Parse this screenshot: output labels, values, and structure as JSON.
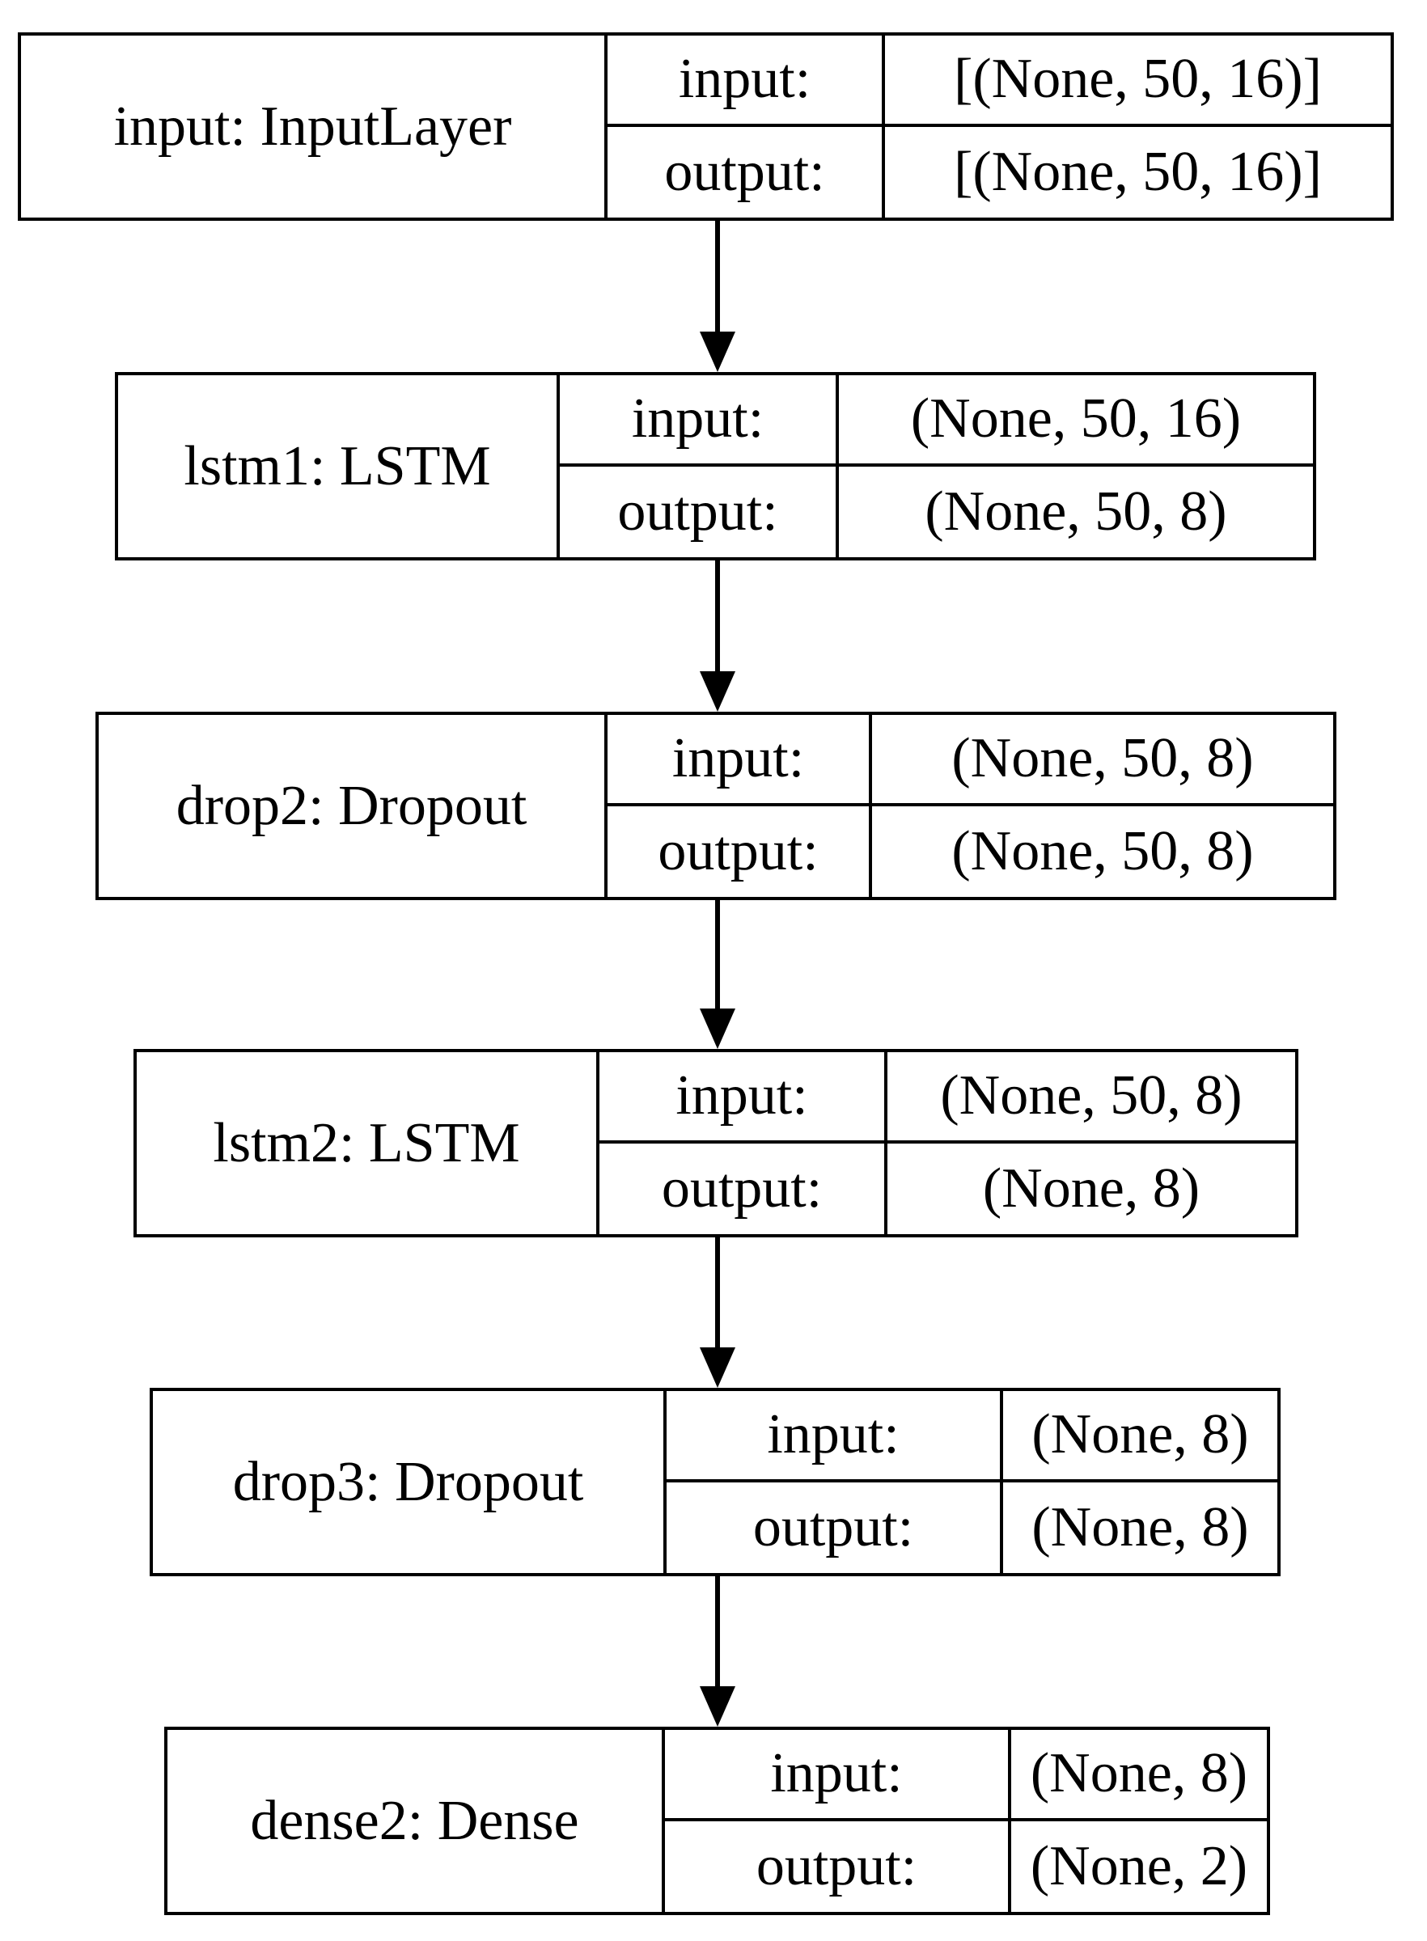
{
  "diagram": {
    "type": "keras-model-architecture",
    "colors": {
      "background": "#ffffff",
      "line": "#000000",
      "text": "#000000"
    },
    "nodes": [
      {
        "name": "input: InputLayer",
        "input_label": "input:",
        "input_shape": "[(None, 50, 16)]",
        "output_label": "output:",
        "output_shape": "[(None, 50, 16)]"
      },
      {
        "name": "lstm1: LSTM",
        "input_label": "input:",
        "input_shape": "(None, 50, 16)",
        "output_label": "output:",
        "output_shape": "(None, 50, 8)"
      },
      {
        "name": "drop2: Dropout",
        "input_label": "input:",
        "input_shape": "(None, 50, 8)",
        "output_label": "output:",
        "output_shape": "(None, 50, 8)"
      },
      {
        "name": "lstm2: LSTM",
        "input_label": "input:",
        "input_shape": "(None, 50, 8)",
        "output_label": "output:",
        "output_shape": "(None, 8)"
      },
      {
        "name": "drop3: Dropout",
        "input_label": "input:",
        "input_shape": "(None, 8)",
        "output_label": "output:",
        "output_shape": "(None, 8)"
      },
      {
        "name": "dense2: Dense",
        "input_label": "input:",
        "input_shape": "(None, 8)",
        "output_label": "output:",
        "output_shape": "(None, 2)"
      }
    ]
  }
}
